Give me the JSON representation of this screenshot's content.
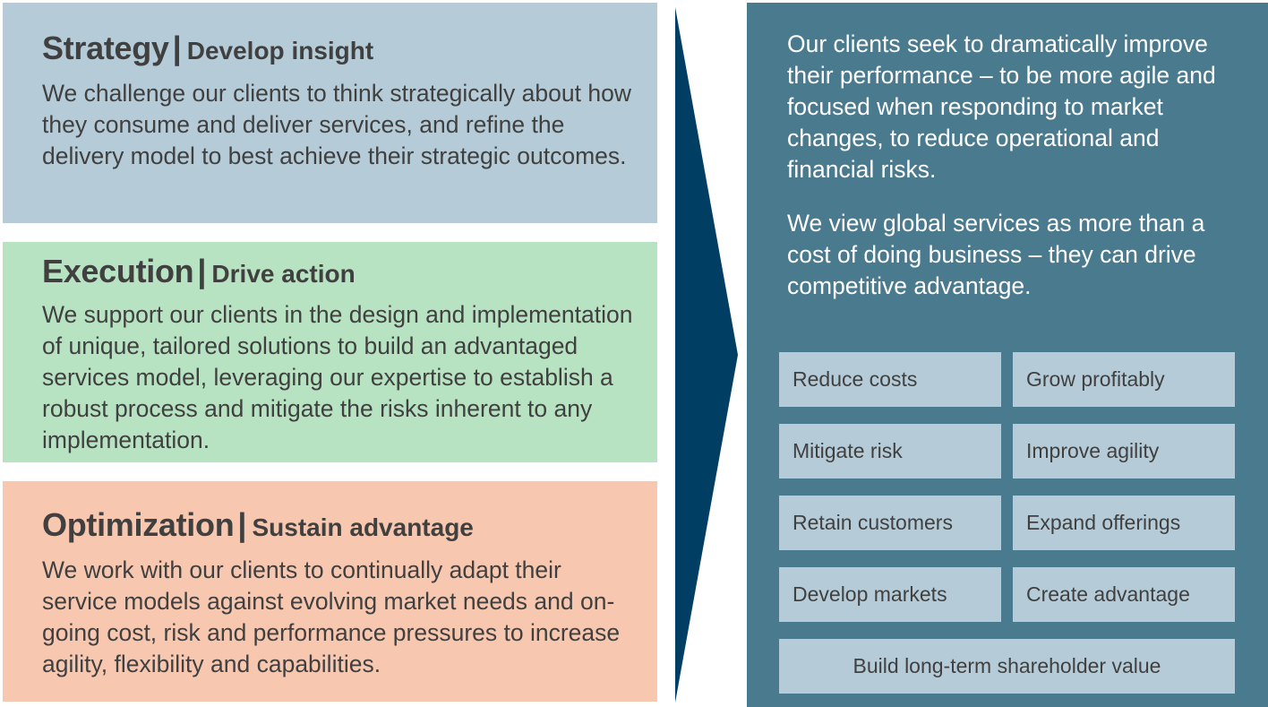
{
  "panels": {
    "strategy": {
      "title": "Strategy",
      "separator": "|",
      "subtitle": "Develop insight",
      "body": "We challenge our clients to think strategically about how they consume and deliver services, and refine the delivery model to best achieve their strategic outcomes."
    },
    "execution": {
      "title": "Execution",
      "separator": "|",
      "subtitle": "Drive action",
      "body": "We support our clients in the design and implementation of  unique, tailored solutions to build an advantaged services model, leveraging our expertise to establish a robust process and mitigate the risks inherent to any implementation."
    },
    "optimization": {
      "title": "Optimization",
      "separator": "|",
      "subtitle": "Sustain advantage",
      "body": "We work with our clients to continually adapt their service models against evolving market needs and on-going cost, risk and performance pressures to increase agility, flexibility and capabilities."
    }
  },
  "right": {
    "paragraph_1": "Our clients seek to dramatically improve their performance – to be more agile and focused when responding to market changes, to reduce operational and financial risks.",
    "paragraph_2": "We view global services as more than a cost of doing business – they can drive competitive advantage.",
    "tiles": [
      "Reduce costs",
      "Grow profitably",
      "Mitigate risk",
      "Improve agility",
      "Retain customers",
      "Expand offerings",
      "Develop markets",
      "Create advantage"
    ],
    "wide_tile": "Build long-term shareholder value"
  },
  "colors": {
    "strategy_bg": "#b5ccd8",
    "execution_bg": "#b8e3c2",
    "optimization_bg": "#f8c7af",
    "arrow": "#003f63",
    "right_bg": "#4a7a8e",
    "tile_bg": "#b5ccd8",
    "text_dark": "#404040"
  },
  "icons": {
    "arrow": "chevron-right-arrow-icon"
  }
}
